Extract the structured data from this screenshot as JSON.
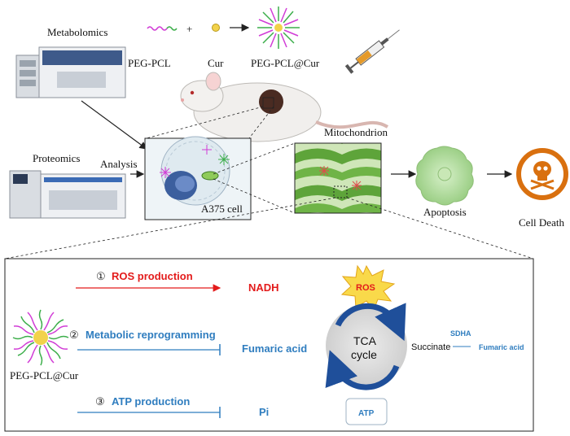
{
  "top": {
    "metabolomics": "Metabolomics",
    "proteomics": "Proteomics",
    "analysis": "Analysis",
    "plus": "+",
    "peg_pcl": "PEG-PCL",
    "cur": "Cur",
    "peg_pcl_cur": "PEG-PCL@Cur",
    "a375": "A375 cell",
    "mitochondrion": "Mitochondrion",
    "apoptosis": "Apoptosis",
    "cell_death": "Cell Death"
  },
  "bottom": {
    "nanoparticle_label": "PEG-PCL@Cur",
    "pathways": [
      {
        "num": "①",
        "label": "ROS production",
        "target": "NADH",
        "color": "#e31b1b"
      },
      {
        "num": "②",
        "label": "Metabolic reprogramming",
        "target": "Fumaric acid",
        "color": "#2f7dbf"
      },
      {
        "num": "③",
        "label": "ATP production",
        "target": "Pi",
        "color": "#2f7dbf"
      }
    ],
    "ros_burst": "ROS",
    "tca": {
      "line1": "TCA",
      "line2": "cycle"
    },
    "succinate": "Succinate",
    "sdha": "SDHA",
    "fumaric_right": "Fumaric acid",
    "atp": "ATP"
  },
  "colors": {
    "red": "#e31b1b",
    "blue": "#2f7dbf",
    "tca_arrow": "#1f4f9a",
    "mito_green": "#7cc04a",
    "death_orange": "#d9700f",
    "apoptosis_green": "#a8d890"
  }
}
